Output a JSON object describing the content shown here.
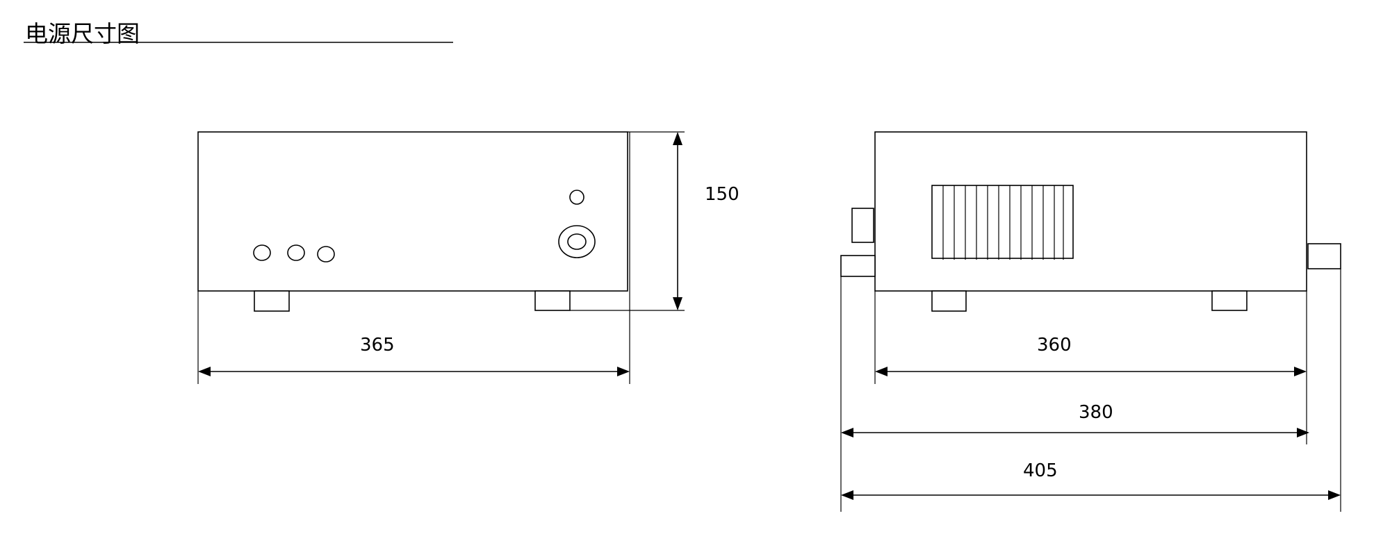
{
  "title": "电源尺寸图",
  "front_view": {
    "height_label": "150",
    "width_label": "365"
  },
  "side_view": {
    "depth_label": "360",
    "depth_with_fan_label": "380",
    "overall_label": "405"
  }
}
